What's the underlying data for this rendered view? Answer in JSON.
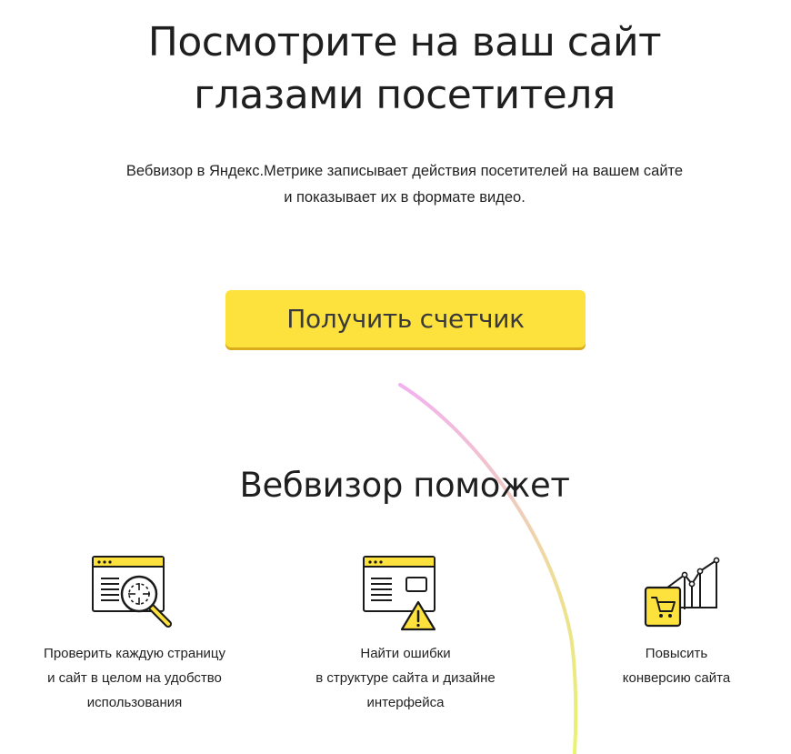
{
  "hero": {
    "title_line1": "Посмотрите на ваш сайт",
    "title_line2": "глазами посетителя",
    "description_line1": "Вебвизор в Яндекс.Метрике записывает действия посетителей на вашем сайте",
    "description_line2": "и показывает их в формате видео.",
    "cta_label": "Получить счетчик"
  },
  "benefits": {
    "title": "Вебвизор поможет",
    "items": [
      {
        "icon": "magnifier-page-icon",
        "line1": "Проверить каждую страницу",
        "line2": "и сайт в целом на удобство",
        "line3": "использования"
      },
      {
        "icon": "warning-page-icon",
        "line1": "Найти ошибки",
        "line2": "в структуре сайта и дизайне",
        "line3": "интерфейса"
      },
      {
        "icon": "cart-growth-chart-icon",
        "line1": "Повысить",
        "line2": "конверсию сайта"
      }
    ]
  },
  "colors": {
    "accent_yellow": "#fde23d",
    "button_shadow": "#d9ac1c",
    "icon_stroke": "#1a1a1a",
    "arc_start": "#f3b6ee",
    "arc_end": "#eaf56a"
  }
}
